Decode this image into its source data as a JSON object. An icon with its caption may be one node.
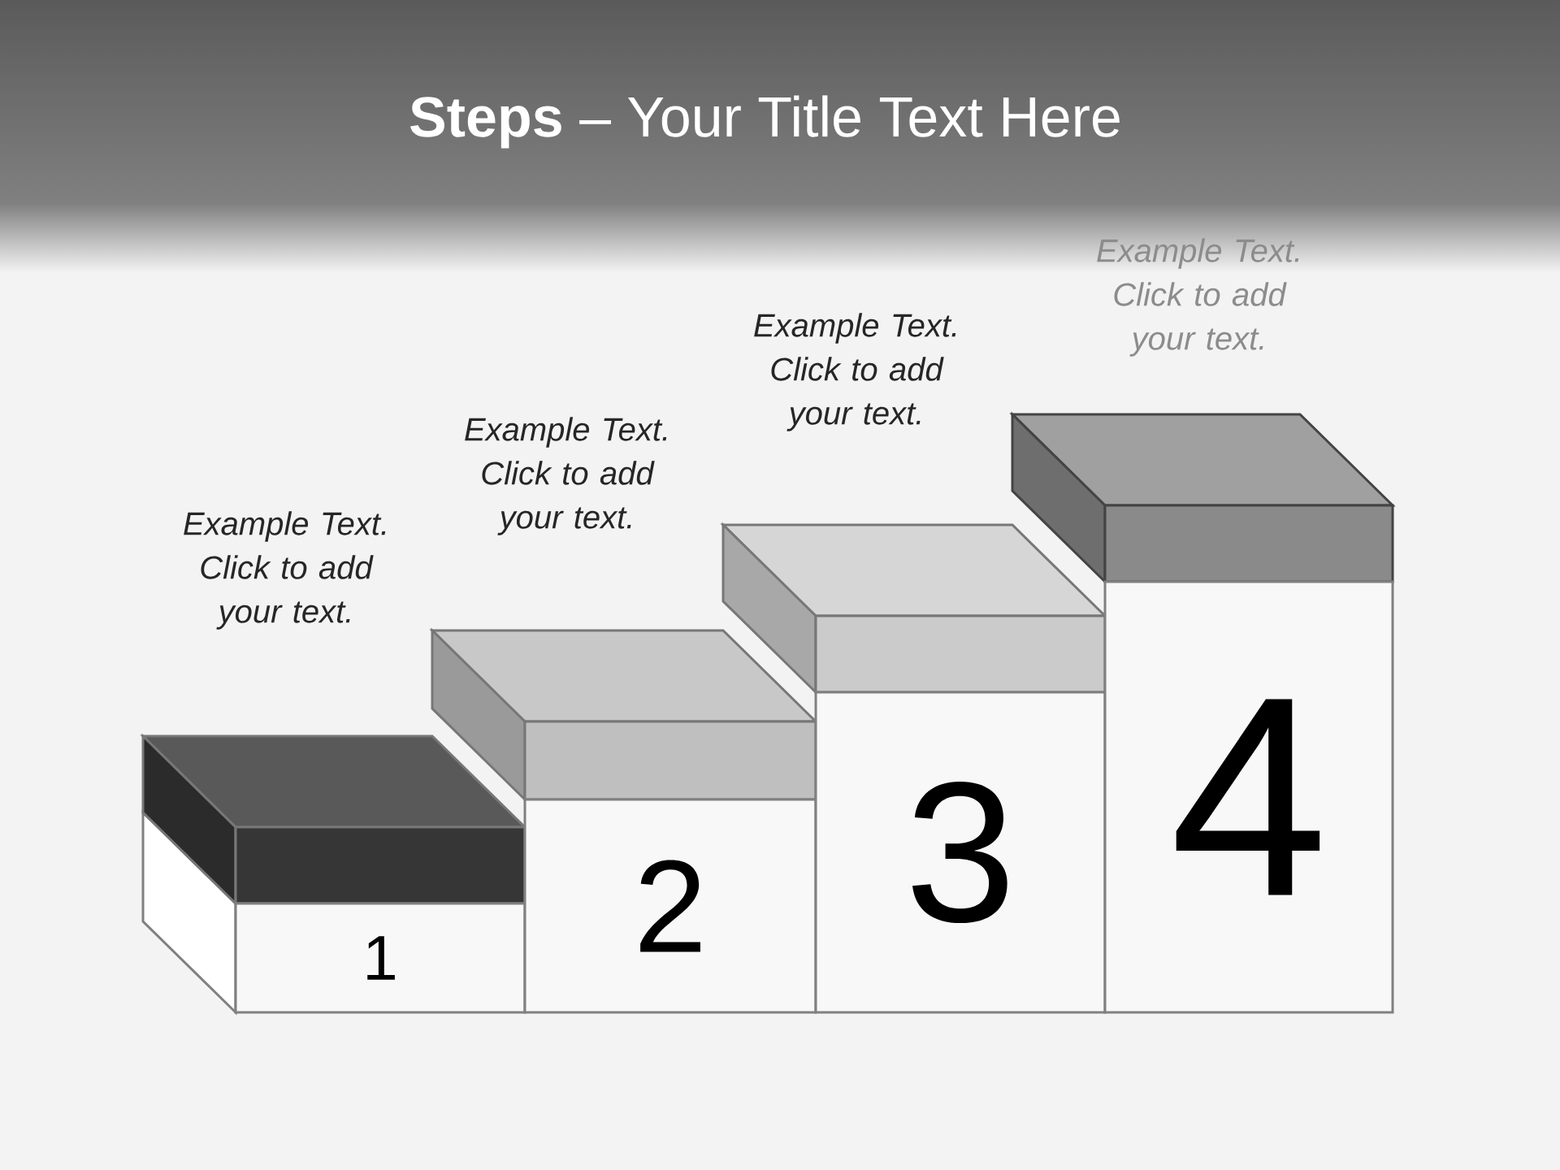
{
  "diagram": {
    "title": "**Steps** – Your Title Text Here",
    "nodes": [
      {
        "text": [
          "1"
        ]
      },
      {
        "text": [
          "2"
        ]
      },
      {
        "text": [
          "3"
        ]
      },
      {
        "text": [
          "4"
        ]
      }
    ],
    "labels": [
      "Example Text. Click to add your text.",
      "Example Text. Click to add your text.",
      "Example Text. Click to add your text.",
      "Example Text. Click to add your text."
    ]
  }
}
